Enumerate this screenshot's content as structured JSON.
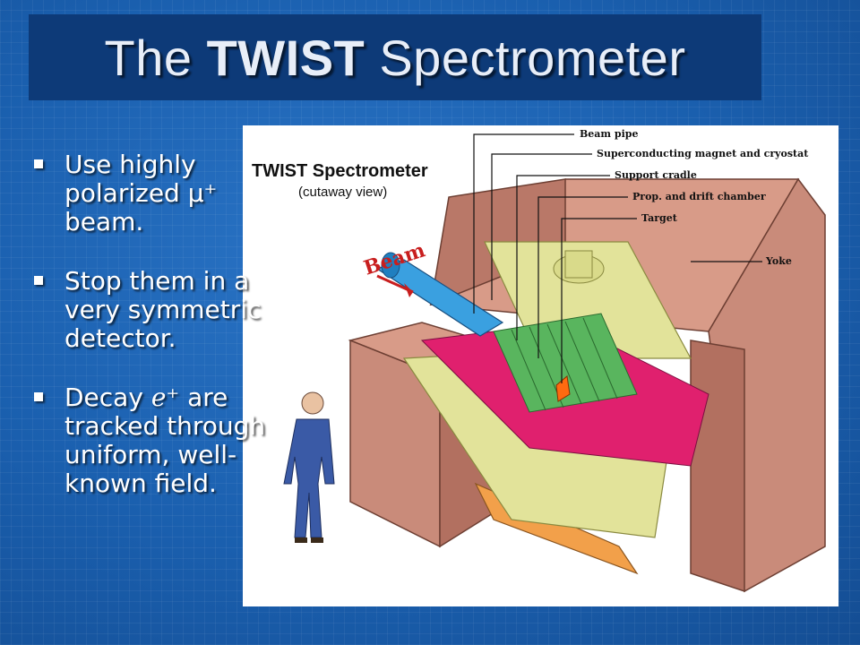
{
  "slide": {
    "title_prefix": "The ",
    "title_bold": "TWIST",
    "title_suffix": "  Spectrometer"
  },
  "bullets": [
    {
      "pre": "Use highly polarized ",
      "sym": "μ⁺",
      "post": " beam."
    },
    {
      "pre": "Stop them in a very symmetric detector.",
      "sym": "",
      "post": ""
    },
    {
      "pre": "Decay ",
      "sym": "e⁺",
      "post": " are tracked through uniform, well-known field."
    }
  ],
  "figure": {
    "title": "TWIST Spectrometer",
    "subtitle": "(cutaway view)",
    "beam_label": "Beam",
    "callouts": [
      {
        "id": "beam-pipe",
        "label": "Beam pipe"
      },
      {
        "id": "magnet",
        "label": "Superconducting magnet and cryostat"
      },
      {
        "id": "cradle",
        "label": "Support cradle"
      },
      {
        "id": "chambers",
        "label": "Prop. and drift chamber"
      },
      {
        "id": "target",
        "label": "Target"
      },
      {
        "id": "yoke",
        "label": "Yoke"
      }
    ]
  },
  "colors": {
    "background": "#1a5fae",
    "title_bar": "#0d3a78",
    "yoke": "#c98b7a",
    "magnet": "#e2e39a",
    "inner": "#e0206e",
    "chamber": "#59b55e",
    "beam_pipe": "#3aa0e0"
  }
}
